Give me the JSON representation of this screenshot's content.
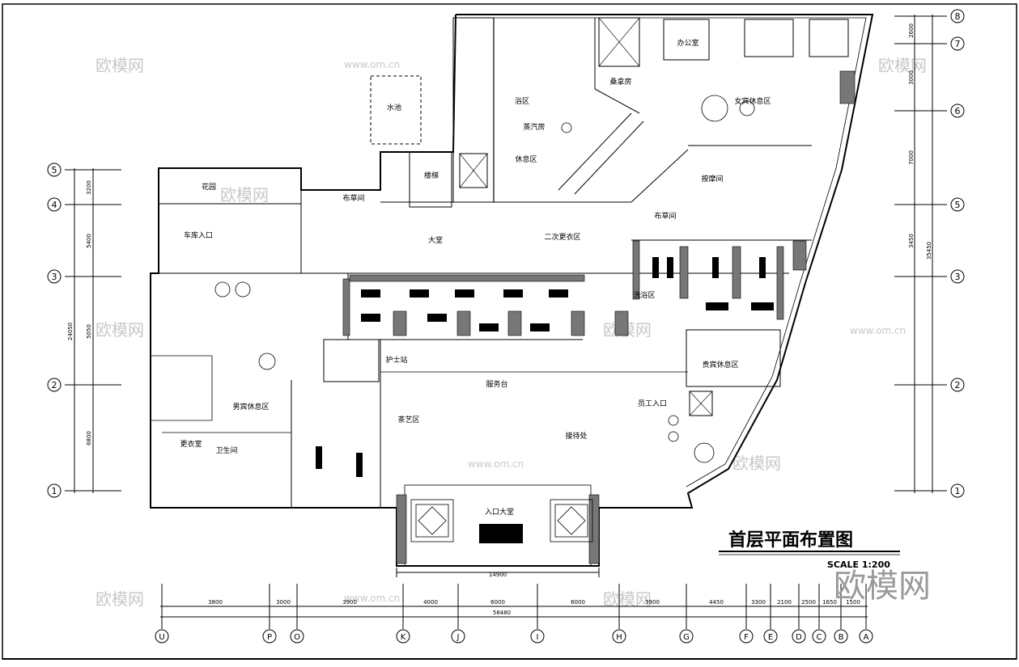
{
  "title": "首层平面布置图",
  "scale": "SCALE 1:200",
  "brand_watermark": "欧模网",
  "url_watermark": "www.om.cn",
  "grid_bottom": {
    "labels": [
      "U",
      "P",
      "O",
      "K",
      "J",
      "I",
      "H",
      "G",
      "F",
      "E",
      "D",
      "C",
      "B",
      "A"
    ],
    "spans": [
      "3800",
      "3000",
      "3900",
      "4000",
      "6000",
      "6000",
      "3900",
      "4450",
      "3300",
      "2100",
      "2500",
      "1650",
      "1500"
    ],
    "total": "58480"
  },
  "grid_left": {
    "labels": [
      "5",
      "4",
      "3",
      "2",
      "1"
    ],
    "spans": [
      "3200",
      "5400",
      "5050",
      "6800"
    ],
    "total": "24050"
  },
  "grid_right": {
    "labels": [
      "8",
      "7",
      "6",
      "5",
      "3",
      "2",
      "1"
    ],
    "spans": [
      "2600",
      "3000",
      "7000",
      "3450"
    ],
    "total": "35450"
  },
  "entrance_width": "14900",
  "rooms": {
    "r_car": "车库入口",
    "r_garden": "花园",
    "r_hall": "大堂",
    "r_linen": "布草间",
    "r_linen2": "布草间",
    "r_second": "二次更衣区",
    "r_entrance": "入口大堂",
    "r_vip": "贵宾休息区",
    "r_male": "男宾休息区",
    "r_female": "女宾休息区",
    "r_bath": "浴区",
    "r_massage": "按摩间",
    "r_reception": "接待处",
    "r_service": "服务台",
    "r_nurse": "护士站",
    "r_wash": "洗浴区",
    "r_change": "更衣室",
    "r_toilet": "卫生间",
    "r_office": "办公室",
    "r_sauna": "桑拿房",
    "r_steam": "蒸汽房",
    "r_rest": "休息区",
    "r_staff": "员工入口",
    "r_stairs": "楼梯",
    "r_water": "水池",
    "r_tea": "茶艺区"
  }
}
